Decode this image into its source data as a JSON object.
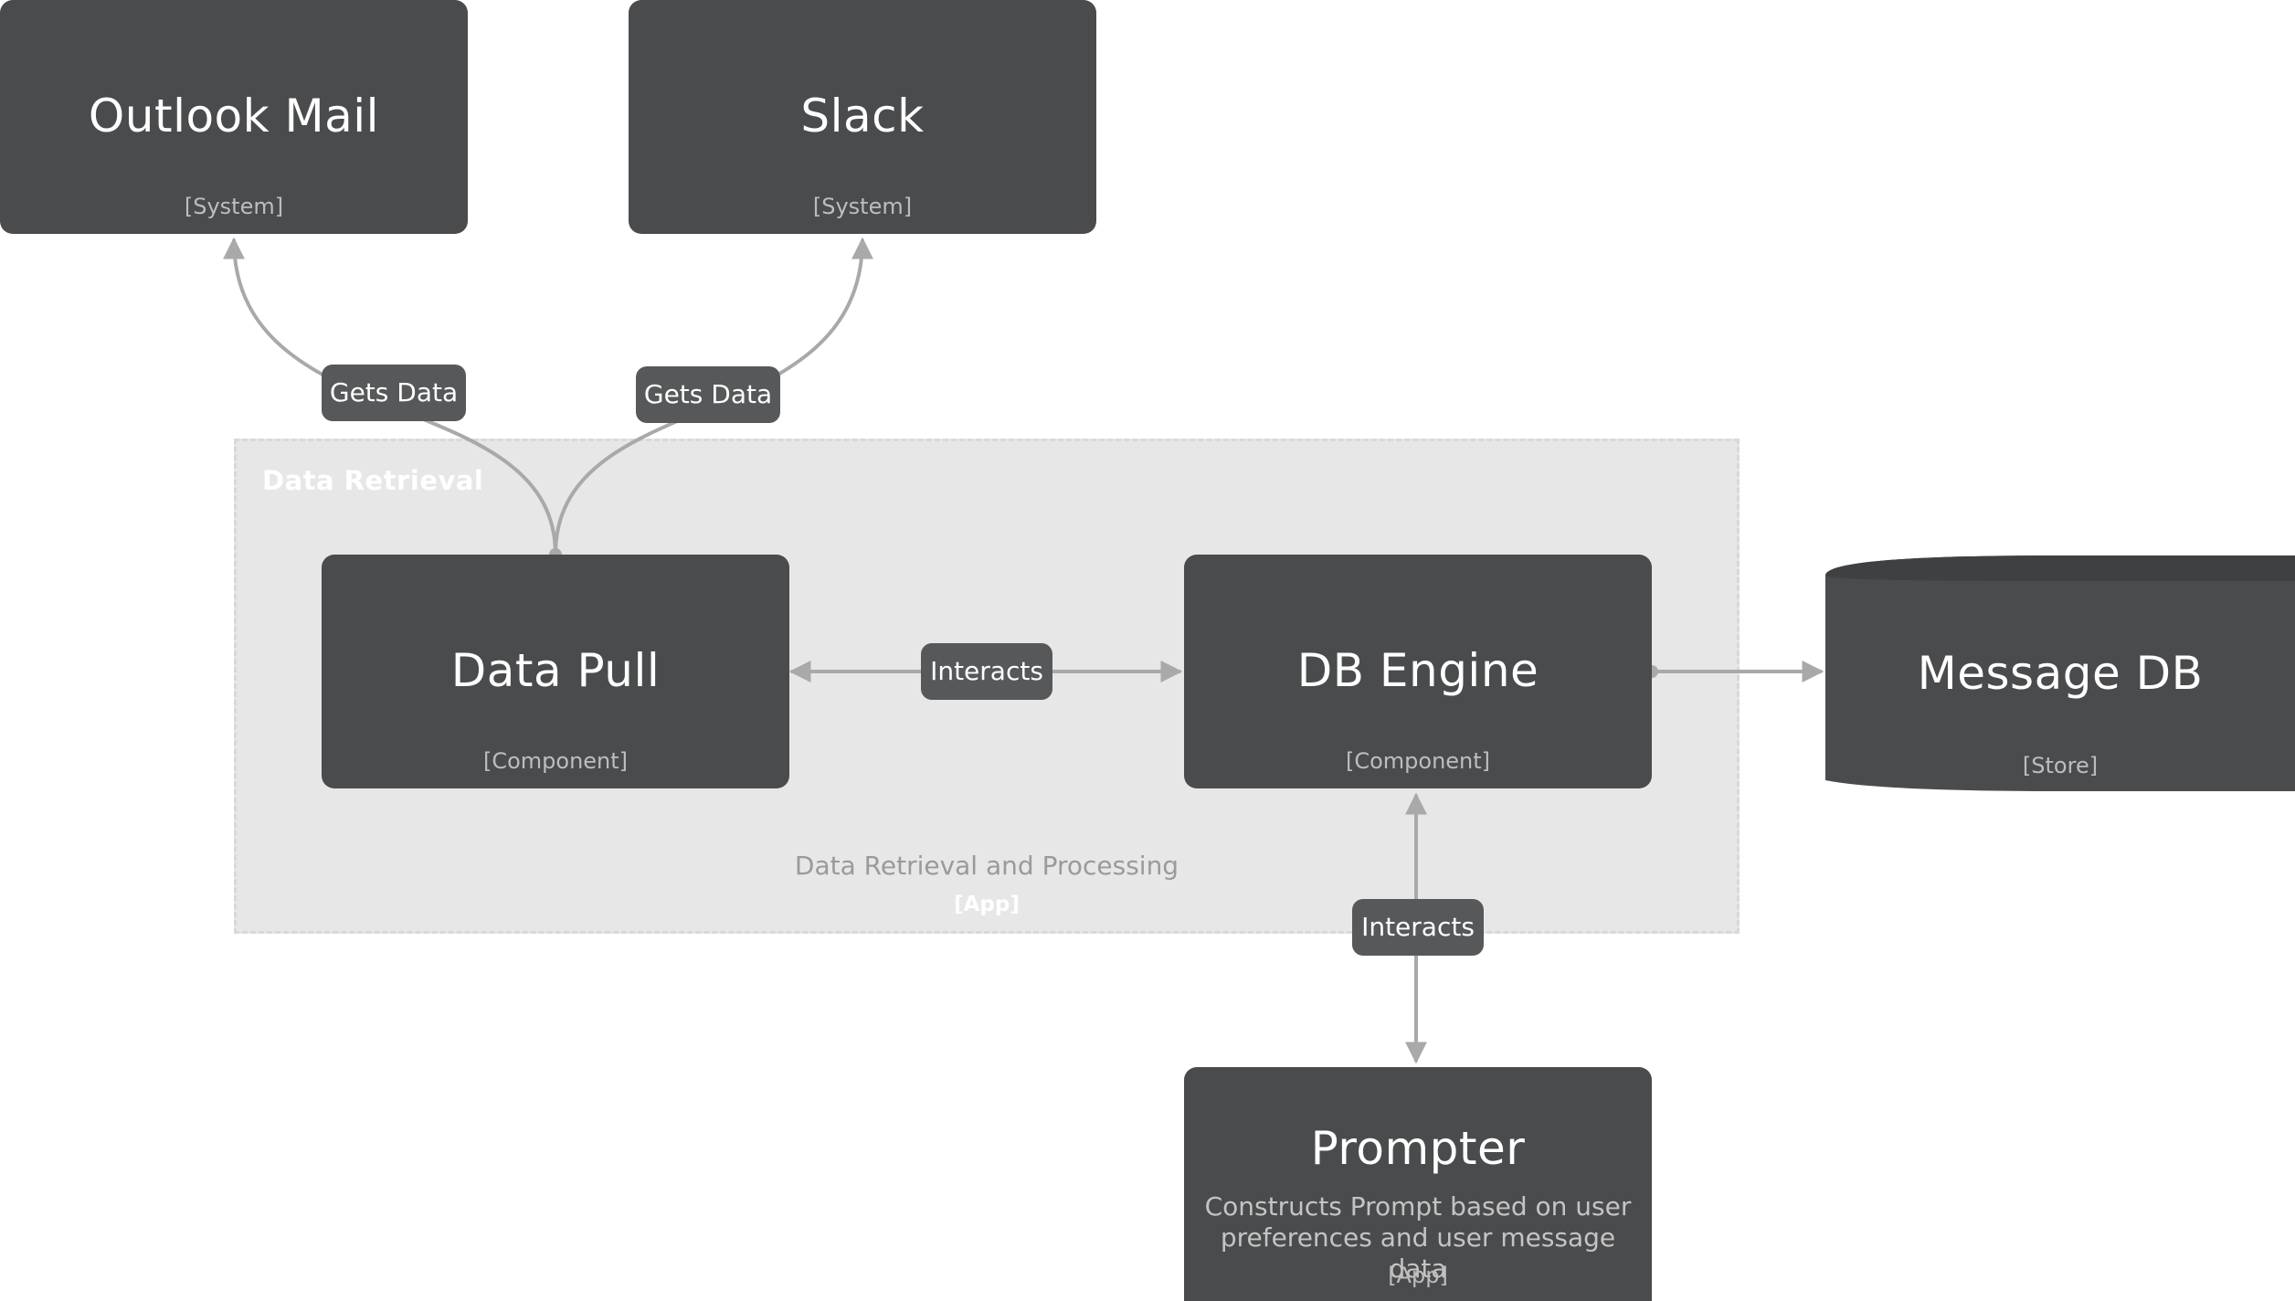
{
  "boundary": {
    "tag": "Data Retrieval",
    "title": "Data Retrieval and Processing",
    "type": "[App]"
  },
  "nodes": {
    "outlook": {
      "title": "Outlook Mail",
      "type": "[System]"
    },
    "slack": {
      "title": "Slack",
      "type": "[System]"
    },
    "data_pull": {
      "title": "Data Pull",
      "type": "[Component]"
    },
    "db_engine": {
      "title": "DB Engine",
      "type": "[Component]"
    },
    "message_db": {
      "title": "Message DB",
      "type": "[Store]"
    },
    "prompter": {
      "title": "Prompter",
      "description": "Constructs Prompt based on user preferences and user message data",
      "type": "[App]"
    }
  },
  "edges": {
    "pull_to_outlook": "Gets Data",
    "pull_to_slack": "Gets Data",
    "pull_engine": "Interacts",
    "engine_prompter": "Interacts"
  },
  "colors": {
    "node_fill": "#4a4b4d",
    "label_fill": "#575859",
    "edge": "#a9a9a9",
    "boundary_fill": "#e7e7e7"
  }
}
